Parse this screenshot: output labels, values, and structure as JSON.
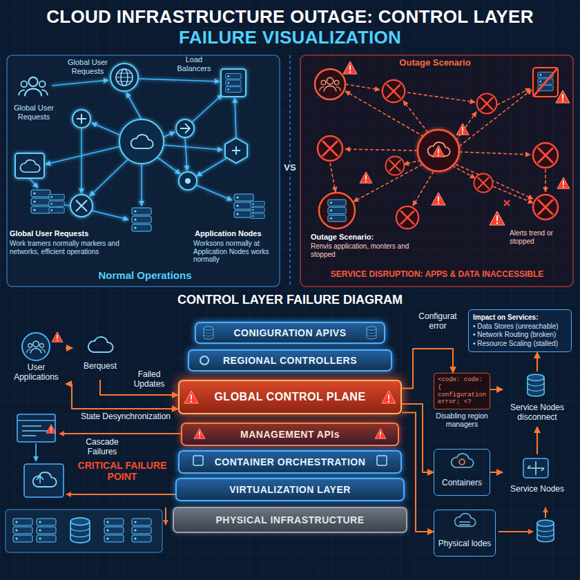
{
  "diagram": {
    "title": "CLOUD INFRASTRUCTURE OUTAGE: CONTROL LAYER FAILURE VISUALIZATION",
    "nodes": [
      {
        "text": [
          "User Applications"
        ]
      },
      {
        "text": [
          "Berquest"
        ]
      },
      {
        "text": [
          "CONIGURATION APIVS"
        ]
      },
      {
        "text": [
          "REGIONAL CONTROLLERS"
        ]
      },
      {
        "text": [
          "GLOBAL CONTROL PLANE"
        ]
      },
      {
        "text": [
          "MANAGEMENT APIs"
        ]
      },
      {
        "text": [
          "CONTAINER ORCHESTRATION"
        ]
      },
      {
        "text": [
          "VIRTUALIZATION LAYER"
        ]
      },
      {
        "text": [
          "PHYSICAL INFRASTRUCTURE"
        ]
      },
      {
        "text": [
          "Impact on Services:",
          "• Data Stores (unreachable)",
          "• Network Routing (broken)",
          "• Resource Scaling (stalled)"
        ]
      },
      {
        "text": [
          "<code: code: { configuration error; <?",
          "Disabling region managers"
        ]
      },
      {
        "text": [
          "Service Nodes disconnect"
        ]
      },
      {
        "text": [
          "Containers"
        ]
      },
      {
        "text": [
          "Service Nodes"
        ]
      },
      {
        "text": [
          "Physical lodes"
        ]
      }
    ],
    "edges": [
      {
        "from": 0,
        "to": 1,
        "arrow": "to"
      },
      {
        "from": 1,
        "to": 4,
        "label": "Failed Updates",
        "arrow": "to"
      },
      {
        "from": 0,
        "to": 4,
        "label": "State Desynchronization",
        "arrow": "both"
      },
      {
        "from": 4,
        "to": 10,
        "label": "Configurat error",
        "arrow": "to"
      },
      {
        "from": 4,
        "to": 12,
        "arrow": "to"
      },
      {
        "from": 4,
        "to": 14,
        "arrow": "to"
      },
      {
        "from": 10,
        "to": 11,
        "arrow": "to"
      },
      {
        "from": 13,
        "to": 11,
        "arrow": "to"
      },
      {
        "from": 12,
        "to": 13,
        "arrow": "to"
      },
      {
        "from": 11,
        "to": 9,
        "arrow": "to"
      }
    ],
    "labels": [
      "Global User Requests",
      "Load Balancers",
      "Global User Requests",
      "Global User Requests",
      "Work tramers normally markers and networks, efficient operations",
      "Application Nodes",
      "Worksons normally at Application Nodes works normally",
      "Normal Operations",
      "VS",
      "Outage Scenario",
      "Outage Scenario:",
      "Renvis application, monters and stopped",
      "Alerts trend or stopped",
      "SERVICE DISRUPTION: APPS & DATA INACCESSIBLE",
      "CONTROL LAYER FAILURE DIAGRAM",
      "Cascade Failures",
      "CRITICAL FAILURE POINT"
    ]
  }
}
